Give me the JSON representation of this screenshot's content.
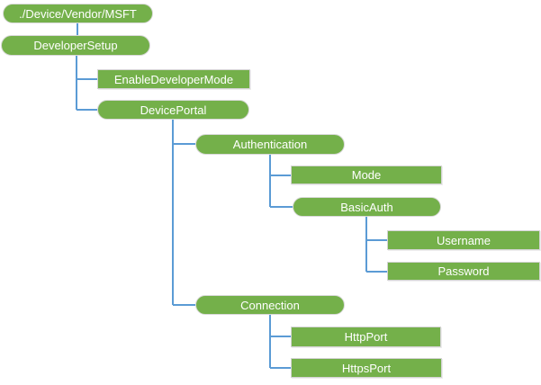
{
  "diagram": {
    "type": "tree",
    "colors": {
      "node_fill": "#74b04a",
      "node_text": "#ffffff",
      "connector": "#5b9bd5",
      "rect_border": "#d4d4d4",
      "pill_border": "#d9d9d9",
      "background": "#ffffff"
    },
    "nodes": [
      {
        "label": "./Device/Vendor/MSFT",
        "shape": "rounded",
        "parent": null
      },
      {
        "label": "DeveloperSetup",
        "shape": "rounded",
        "parent": "./Device/Vendor/MSFT"
      },
      {
        "label": "EnableDeveloperMode",
        "shape": "rectangle",
        "parent": "DeveloperSetup"
      },
      {
        "label": "DevicePortal",
        "shape": "rounded",
        "parent": "DeveloperSetup"
      },
      {
        "label": "Authentication",
        "shape": "rounded",
        "parent": "DevicePortal"
      },
      {
        "label": "Mode",
        "shape": "rectangle",
        "parent": "Authentication"
      },
      {
        "label": "BasicAuth",
        "shape": "rounded",
        "parent": "Authentication"
      },
      {
        "label": "Username",
        "shape": "rectangle",
        "parent": "BasicAuth"
      },
      {
        "label": "Password",
        "shape": "rectangle",
        "parent": "BasicAuth"
      },
      {
        "label": "Connection",
        "shape": "rounded",
        "parent": "DevicePortal"
      },
      {
        "label": "HttpPort",
        "shape": "rectangle",
        "parent": "Connection"
      },
      {
        "label": "HttpsPort",
        "shape": "rectangle",
        "parent": "Connection"
      }
    ]
  }
}
